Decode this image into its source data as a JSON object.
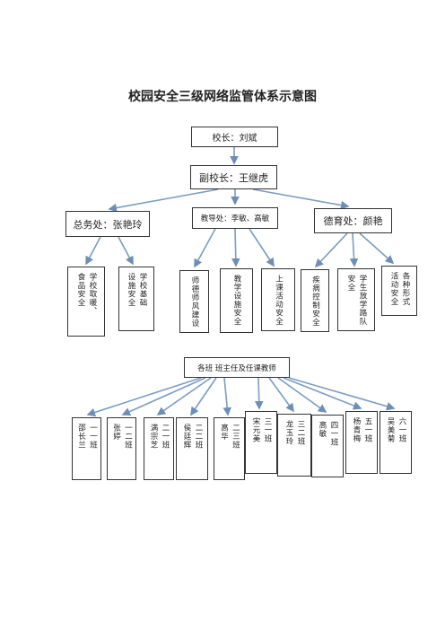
{
  "title": "校园安全三级网络监管体系示意图",
  "principal": "校长：刘斌",
  "vice_principal": "副校长：王继虎",
  "depts": {
    "general": "总务处：张艳玲",
    "teaching": "教导处：李敏、高敏",
    "moral": "德育处：颜艳"
  },
  "general_items": [
    [
      "学校取暖、",
      "食品安全"
    ],
    [
      "学校基础",
      "设施安全"
    ]
  ],
  "teaching_items": [
    [
      "师德师风建设"
    ],
    [
      "教学设施安全"
    ],
    [
      "上课活动安全"
    ]
  ],
  "moral_items": [
    [
      "疾病控制安全"
    ],
    [
      "学生放学路队",
      "安全"
    ],
    [
      "各种形式",
      "活动安全"
    ]
  ],
  "class_head": "各班  班主任及任课教师",
  "classes": [
    [
      "一一班",
      "邵长兰"
    ],
    [
      "一二班",
      "张婷"
    ],
    [
      "二一班",
      "满宗芝"
    ],
    [
      "二二班",
      "侯廷辉"
    ],
    [
      "二三班",
      "高华"
    ],
    [
      "三一班",
      "宋元美"
    ],
    [
      "三二班",
      "龙玉玲"
    ],
    [
      "四一班",
      "高敏"
    ],
    [
      "五一班",
      "杨青梅"
    ],
    [
      "六一班",
      "吴美菊"
    ]
  ]
}
